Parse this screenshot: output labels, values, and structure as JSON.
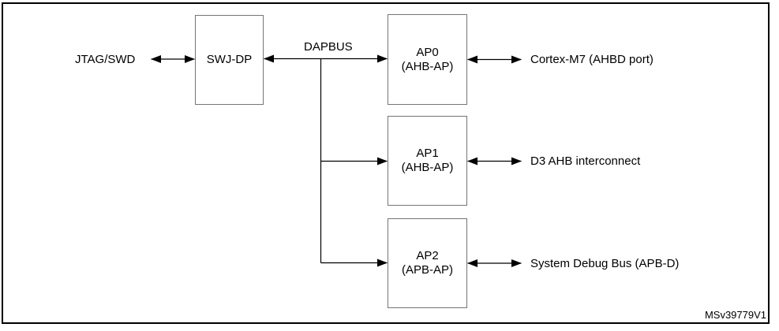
{
  "diagram": {
    "background": "#ffffff",
    "frame_border_color": "#000000",
    "box_border_color": "#757575",
    "line_color": "#000000",
    "watermark": "MSv39779V1",
    "labels": {
      "jtag_swd": "JTAG/SWD",
      "dapbus": "DAPBUS",
      "cortex_m7": "Cortex-M7 (AHBD port)",
      "d3_ahb": "D3 AHB interconnect",
      "system_debug_bus": "System Debug Bus (APB-D)"
    },
    "blocks": {
      "swj_dp": {
        "label": "SWJ-DP"
      },
      "ap0": {
        "line1": "AP0",
        "line2": "(AHB-AP)"
      },
      "ap1": {
        "line1": "AP1",
        "line2": "(AHB-AP)"
      },
      "ap2": {
        "line1": "AP2",
        "line2": "(APB-AP)"
      }
    }
  }
}
